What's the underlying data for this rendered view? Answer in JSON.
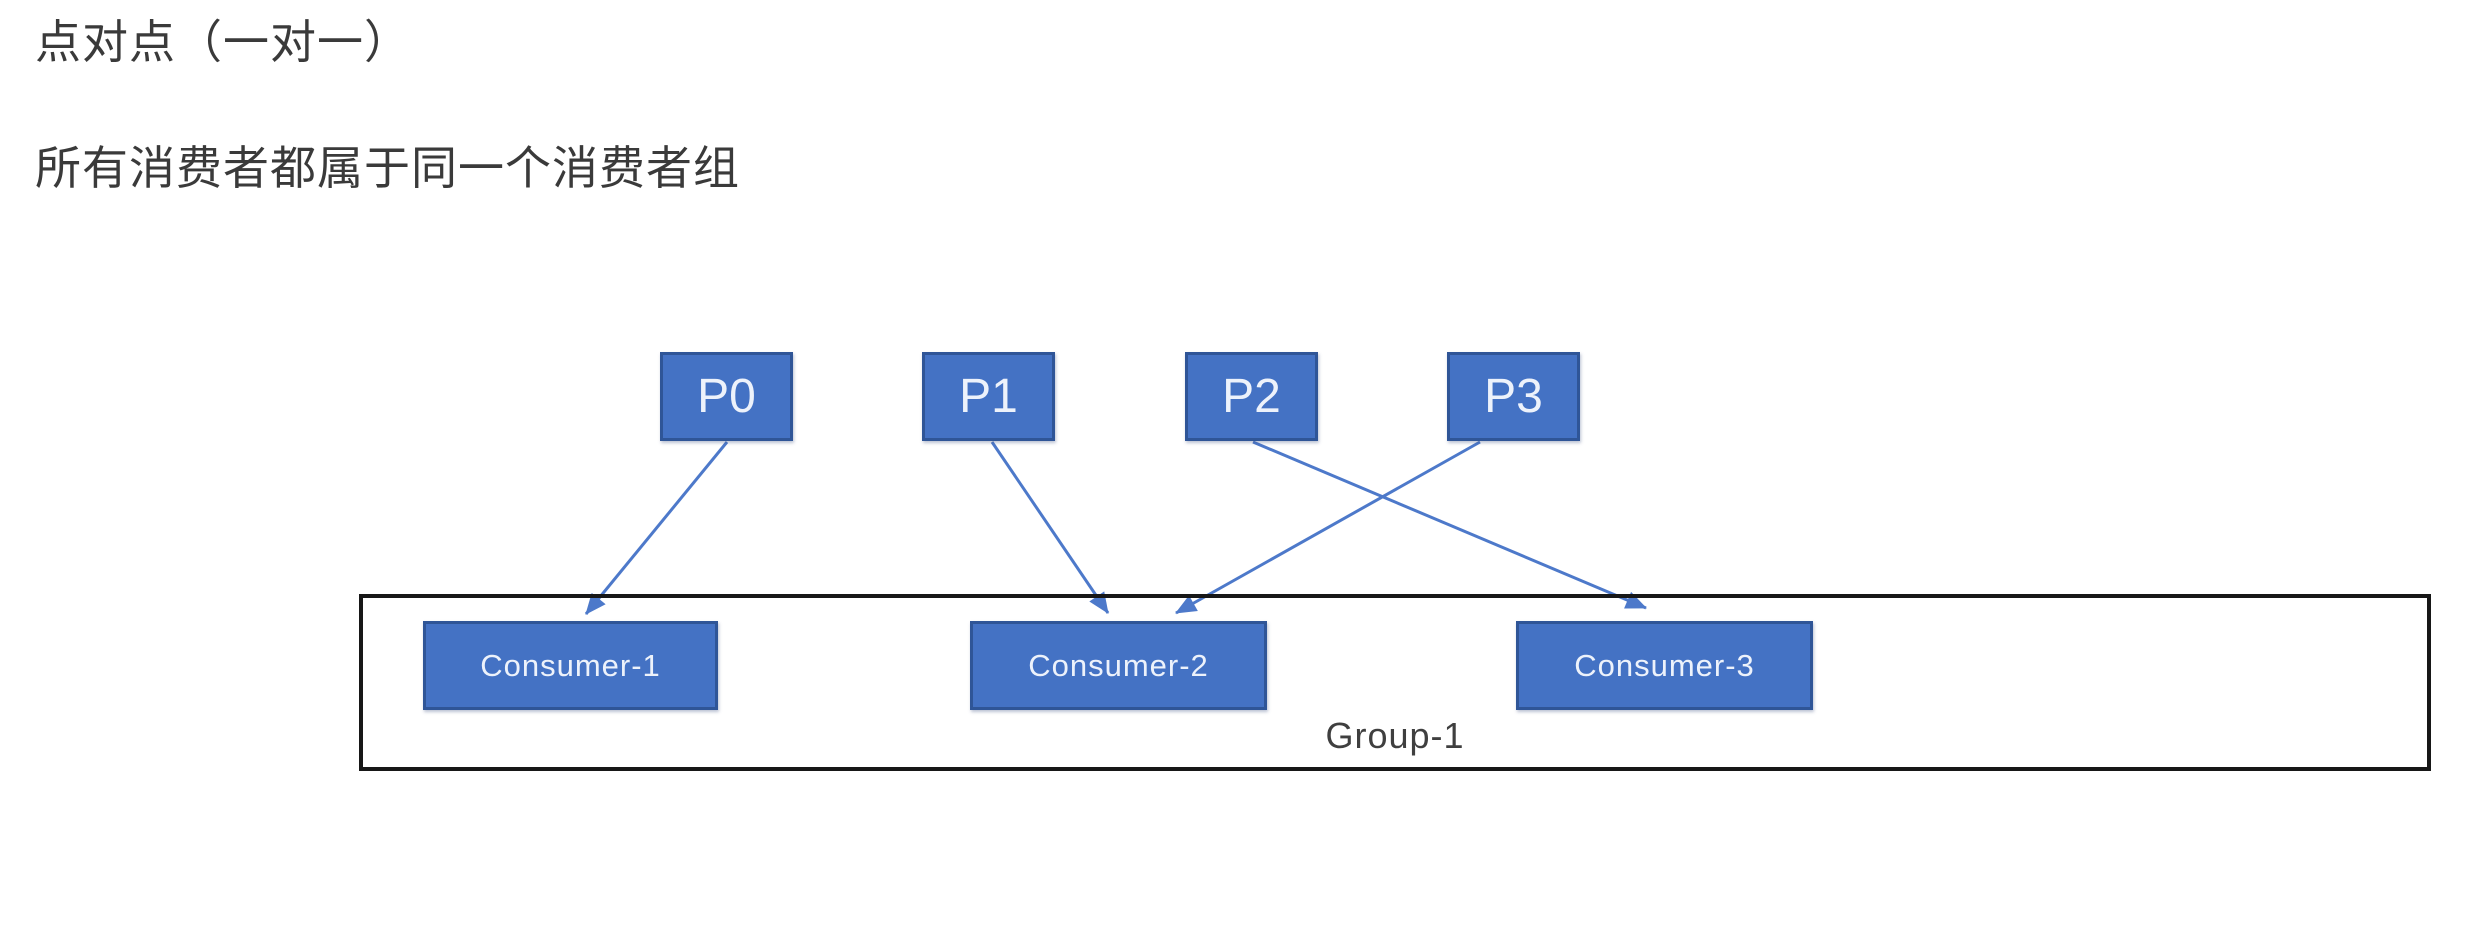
{
  "page": {
    "title": "点对点（一对一）",
    "subtitle": "所有消费者都属于同一个消费者组"
  },
  "diagram": {
    "partitions": [
      {
        "label": "P0"
      },
      {
        "label": "P1"
      },
      {
        "label": "P2"
      },
      {
        "label": "P3"
      }
    ],
    "consumers": [
      {
        "label": "Consumer-1"
      },
      {
        "label": "Consumer-2"
      },
      {
        "label": "Consumer-3"
      }
    ],
    "group": {
      "label": "Group-1"
    },
    "edges": [
      {
        "from": "P0",
        "to": "Consumer-1"
      },
      {
        "from": "P1",
        "to": "Consumer-2"
      },
      {
        "from": "P2",
        "to": "Consumer-3"
      },
      {
        "from": "P3",
        "to": "Consumer-2"
      }
    ],
    "colors": {
      "node_fill": "#4472C4",
      "node_border": "#2F5597",
      "node_text": "#EDF2FB",
      "arrow": "#4D79CA",
      "group_border": "#171717",
      "title_text": "#3A3A3A",
      "group_label_text": "#3F3F3F",
      "page_bg": "#FFFFFF"
    }
  }
}
